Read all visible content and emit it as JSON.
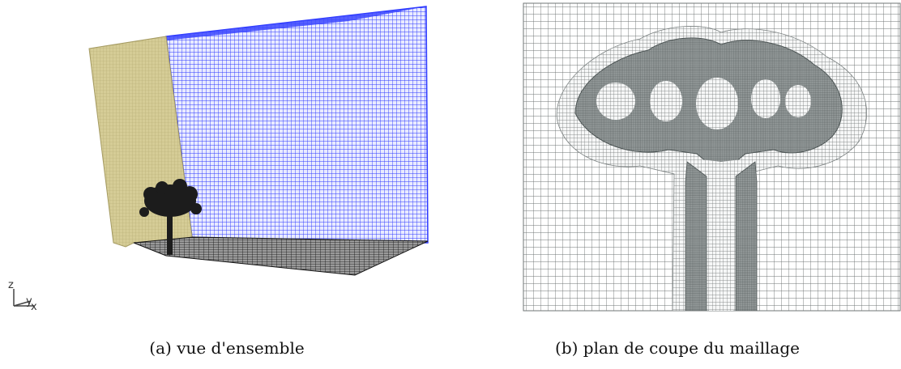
{
  "panels": [
    {
      "label": "(a)",
      "caption": "vue d'ensemble"
    },
    {
      "label": "(b)",
      "caption": "plan de coupe du maillage"
    }
  ],
  "axes_triad": {
    "vertical": "z",
    "horizontal_1": "y",
    "horizontal_2": "x"
  },
  "colors": {
    "side_wall": "#c9bf86",
    "back_wall_mesh": "#2d39ff",
    "back_wall_bg": "#dfe2ff",
    "floor_mesh": "#1a1a1a",
    "tree": "#1c1c1c",
    "section_grid": "#6f7474",
    "section_dense": "#5c6363"
  },
  "icons": {
    "triad": "axes-triad-icon",
    "tree": "tree-silhouette-icon"
  }
}
